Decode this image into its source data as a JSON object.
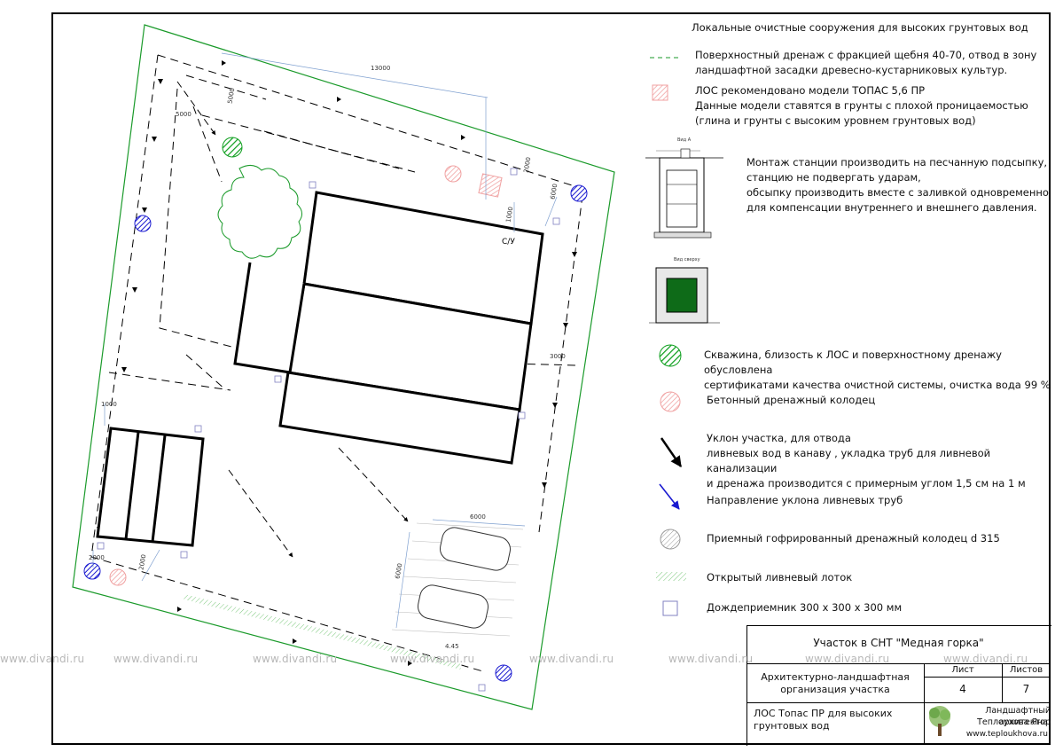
{
  "title": "Локальные очистные сооружения  для высоких грунтовых вод",
  "legend": {
    "drainage": "Поверхностный дренаж с фракцией щебня 40-70, отвод в зону\n ландшафтной засадки древесно-кустарниковых культур.",
    "los": "ЛОС рекомендовано модели ТОПАС 5,6 ПР\nДанные модели ставятся в грунты с плохой проницаемостью\n(глина и грунты с высоким уровнем грунтовых вод)",
    "mount": "Монтаж станции производить на песчанную подсыпку,\n станцию не подвергать ударам,\nобсыпку производить вместе с заливкой одновременно\n для компенсации внутреннего и внешнего давления.",
    "well": "Скважина, близость к ЛОС и поверхностному дренажу обусловлена\n сертификатами качества очистной системы, очистка вода 99 %",
    "concrete_well": "Бетонный дренажный колодец",
    "slope": "Уклон участка, для отвода\nливневых вод в канаву , укладка труб для ливневой канализации\nи дренажа производится с примерным углом 1,5 см на 1 м",
    "pipe_direction": "Направление уклона ливневых труб",
    "receiving_well": "Приемный гофрированный дренажный колодец d 315",
    "open_tray": "Открытый ливневый лоток",
    "rain_inlet": "Дождеприемник 300 х 300 х 300 мм"
  },
  "detail_labels": {
    "section": "Вид А",
    "top_view": "Вид сверху"
  },
  "plan_labels": {
    "su": "С/У",
    "d13000": "13000",
    "d5000a": "5000",
    "d5000b": "5000",
    "d2000a": "2000",
    "d1000a": "1000",
    "d6000a": "6000",
    "d3000": "3000",
    "d1000b": "1000",
    "d2000b": "2000",
    "d2000c": "2000",
    "d6000b": "6000",
    "d6000c": "6000",
    "d445": "4.45"
  },
  "watermark": "www.divandi.ru",
  "title_block": {
    "project": "Участок в СНТ \"Медная горка\"",
    "sheet_desc": "Архитектурно-ландшафтная\nорганизация участка",
    "sheet_label": "Лист",
    "sheets_label": "Листов",
    "sheet_no": "4",
    "sheets_total": "7",
    "drawing_name": "ЛОС Топас ПР для высоких\nгрунтовых вод",
    "author_role": "Ландшафтный архитектор",
    "author_name": "Теплоухова Яна",
    "site": "www.teploukhova.ru"
  },
  "colors": {
    "drain_green": "#1a9a2a",
    "blue_marker": "#1a1ad0",
    "pink_marker": "#f0a0a0",
    "station_green": "#0e6b18"
  }
}
